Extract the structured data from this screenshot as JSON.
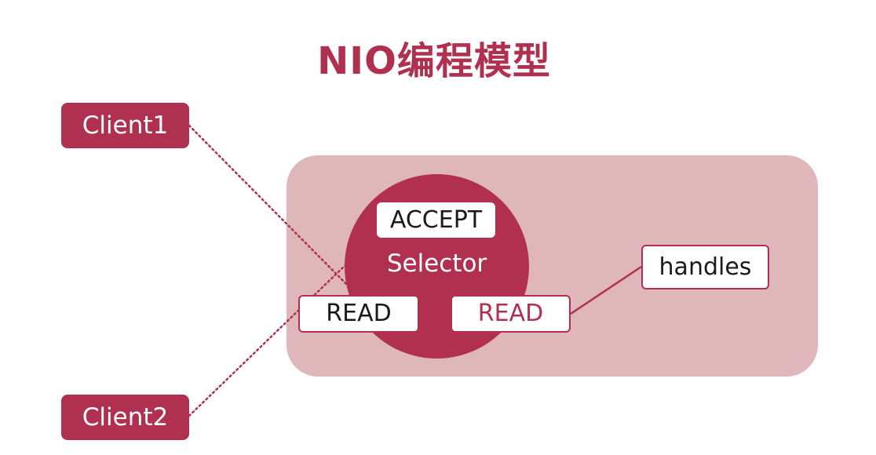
{
  "title": "NIO编程模型",
  "colors": {
    "accent": "#b03050",
    "panel": "#dfb6ba",
    "chip_bg": "#ffffff"
  },
  "clients": [
    "Client1",
    "Client2"
  ],
  "selector": {
    "label": "Selector",
    "events": {
      "accept": "ACCEPT",
      "read_left": "READ",
      "read_right": "READ"
    }
  },
  "handles": "handles"
}
